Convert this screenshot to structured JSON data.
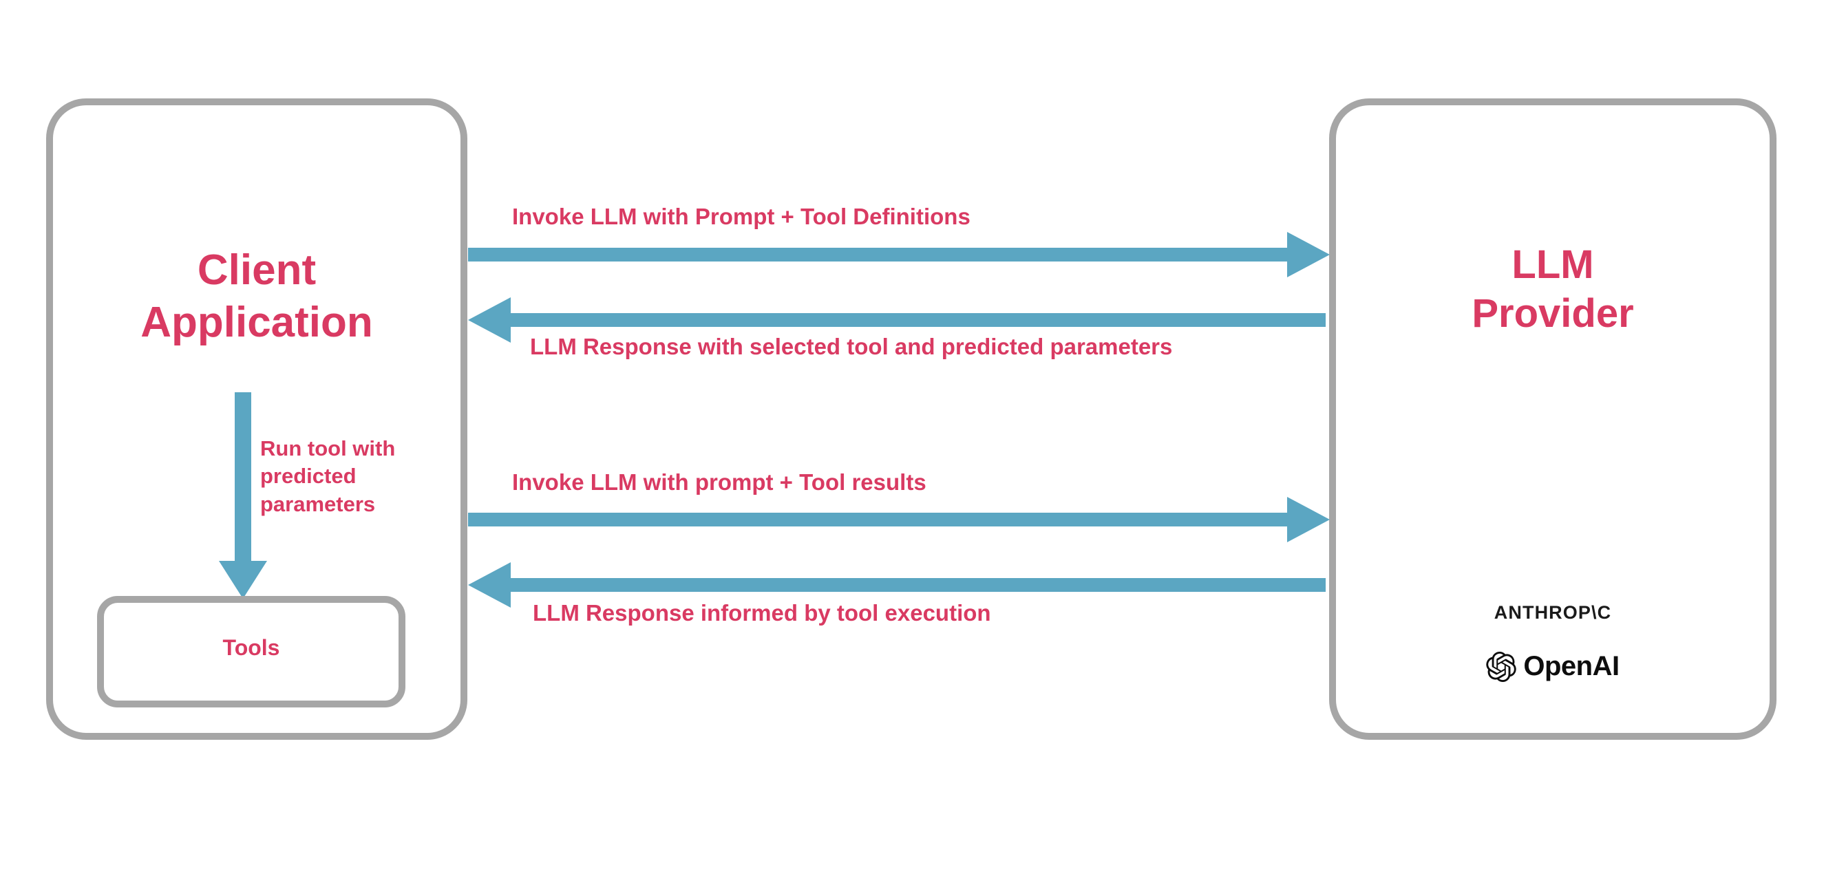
{
  "diagram": {
    "title_text": "",
    "colors": {
      "accent_pink": "#d93a62",
      "arrow_teal": "#5ba6c2",
      "box_border_gray": "#a6a6a6",
      "logo_black": "#0d0d0d",
      "background": "#ffffff"
    }
  },
  "client": {
    "title": "Client\nApplication",
    "tools_label": "Tools",
    "internal_arrow_label": "Run tool with\npredicted\nparameters"
  },
  "provider": {
    "title": "LLM\nProvider",
    "logos": [
      {
        "name": "anthropic-logo",
        "text": "ANTHROP\\C"
      },
      {
        "name": "openai-logo",
        "text": "OpenAI"
      }
    ],
    "anthropic_text": "ANTHROP\\C",
    "openai_text": "OpenAI"
  },
  "arrows": [
    {
      "id": "invoke-1",
      "direction": "right",
      "label": "Invoke LLM with Prompt + Tool Definitions",
      "from": "client",
      "to": "provider"
    },
    {
      "id": "response-1",
      "direction": "left",
      "label": "LLM Response with selected tool and predicted parameters",
      "from": "provider",
      "to": "client"
    },
    {
      "id": "invoke-2",
      "direction": "right",
      "label": "Invoke LLM with prompt + Tool results",
      "from": "client",
      "to": "provider"
    },
    {
      "id": "response-2",
      "direction": "left",
      "label": "LLM Response informed by tool execution",
      "from": "provider",
      "to": "client"
    }
  ]
}
